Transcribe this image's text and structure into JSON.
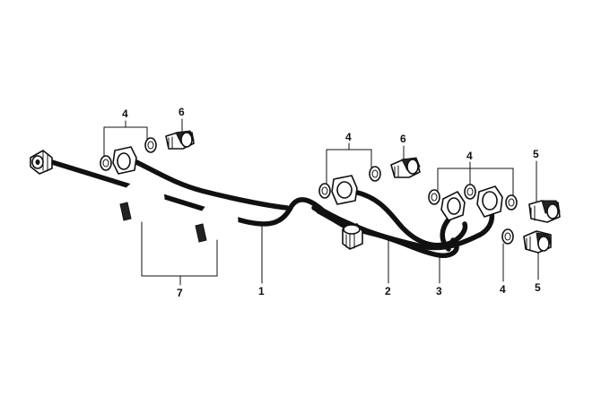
{
  "callouts": [
    {
      "id": "c4a",
      "label": "4"
    },
    {
      "id": "c6a",
      "label": "6"
    },
    {
      "id": "c4b",
      "label": "4"
    },
    {
      "id": "c6b",
      "label": "6"
    },
    {
      "id": "c4c",
      "label": "4"
    },
    {
      "id": "c5a",
      "label": "5"
    },
    {
      "id": "c7",
      "label": "7"
    },
    {
      "id": "c1",
      "label": "1"
    },
    {
      "id": "c2",
      "label": "2"
    },
    {
      "id": "c3",
      "label": "3"
    },
    {
      "id": "c4d",
      "label": "4"
    },
    {
      "id": "c5b",
      "label": "5"
    }
  ]
}
